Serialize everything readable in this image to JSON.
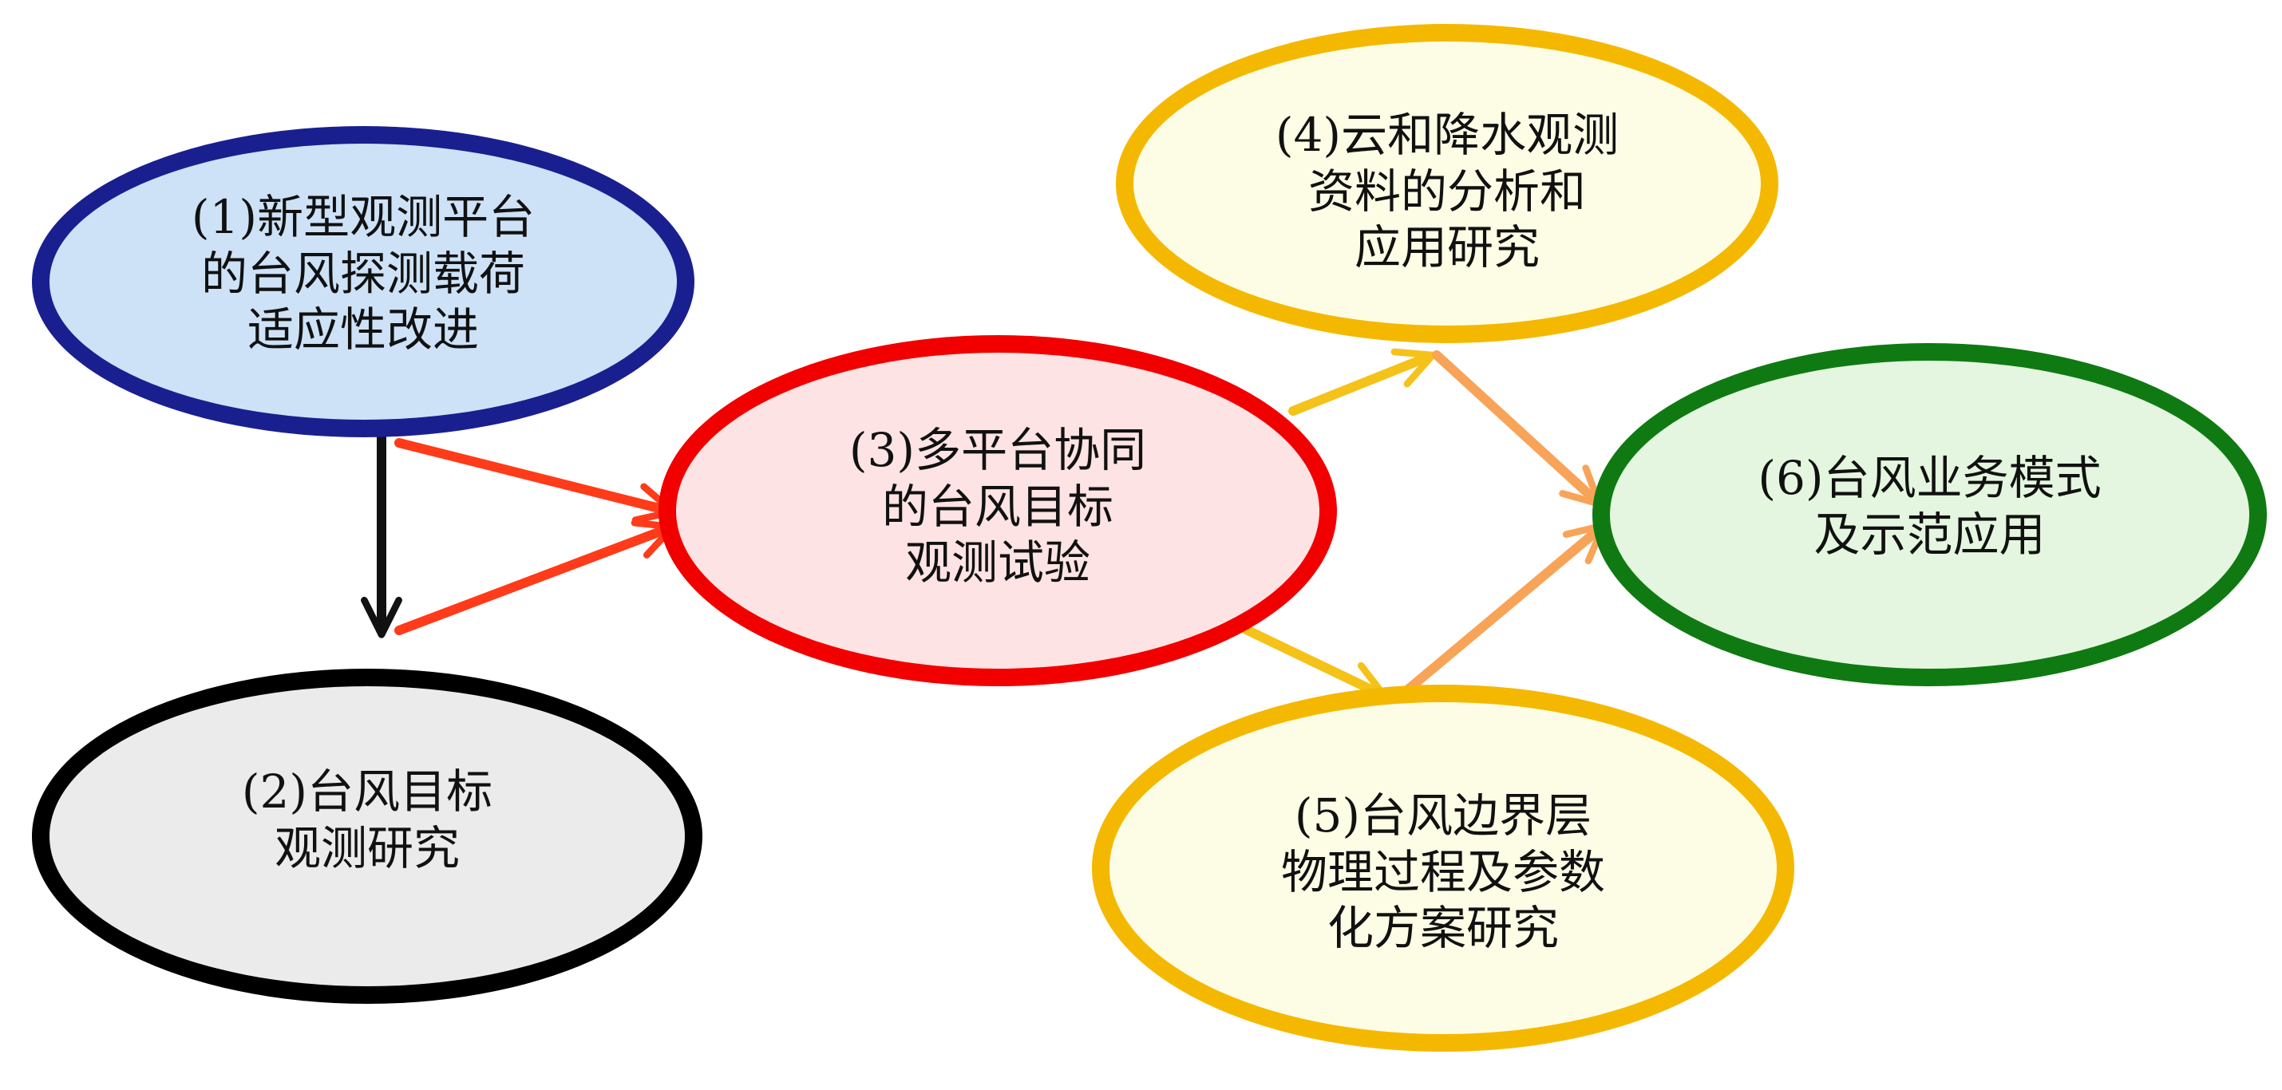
{
  "nodes": [
    {
      "id": "node-1",
      "lines": [
        "(1)新型观测平台",
        "的台风探测载荷",
        "适应性改进"
      ],
      "border_color": "#1a1f8f",
      "fill_color": "#cde2f7"
    },
    {
      "id": "node-2",
      "lines": [
        "(2)台风目标",
        "观测研究"
      ],
      "border_color": "#000000",
      "fill_color": "#ebebeb"
    },
    {
      "id": "node-3",
      "lines": [
        "(3)多平台协同",
        "的台风目标",
        "观测试验"
      ],
      "border_color": "#f20000",
      "fill_color": "#fde3e3"
    },
    {
      "id": "node-4",
      "lines": [
        "(4)云和降水观测",
        "资料的分析和",
        "应用研究"
      ],
      "border_color": "#f5b800",
      "fill_color": "#fdfde6"
    },
    {
      "id": "node-5",
      "lines": [
        "(5)台风边界层",
        "物理过程及参数",
        "化方案研究"
      ],
      "border_color": "#f5b800",
      "fill_color": "#fdfde6"
    },
    {
      "id": "node-6",
      "lines": [
        "(6)台风业务模式",
        "及示范应用"
      ],
      "border_color": "#0f7a12",
      "fill_color": "#e4f6df"
    }
  ],
  "edges": [
    {
      "from": "node-1",
      "to": "node-2",
      "color": "#111111"
    },
    {
      "from": "node-1",
      "to": "node-3",
      "color": "#ff3b1a"
    },
    {
      "from": "node-2",
      "to": "node-3",
      "color": "#ff3b1a"
    },
    {
      "from": "node-3",
      "to": "node-4",
      "color": "#f5c21a"
    },
    {
      "from": "node-3",
      "to": "node-5",
      "color": "#f5c21a"
    },
    {
      "from": "node-4",
      "to": "node-6",
      "color": "#f8a458"
    },
    {
      "from": "node-5",
      "to": "node-6",
      "color": "#f8a458"
    }
  ]
}
